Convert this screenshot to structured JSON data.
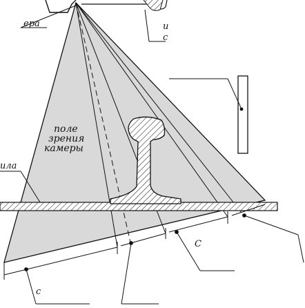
{
  "camera_label": {
    "line1": "поле",
    "line2": "зрения",
    "line3": "камеры"
  },
  "edge_labels": {
    "top_left": "ера",
    "top_right_1": "и",
    "top_right_2": "с",
    "left_mid": "ила",
    "bottom_dim_right": "С",
    "bottom_left": "с"
  },
  "colors": {
    "fov_fill": "#d9d9d9",
    "stroke": "#111111",
    "hatch": "#222222",
    "background": "#ffffff"
  }
}
